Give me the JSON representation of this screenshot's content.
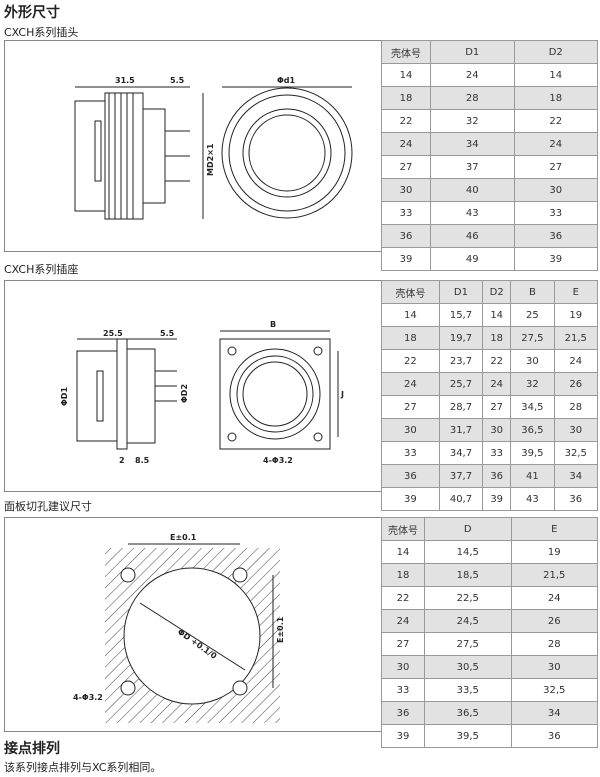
{
  "title": "外形尺寸",
  "sections": [
    {
      "label": "CXCH系列插头",
      "headers": [
        "壳体号",
        "D1",
        "D2"
      ],
      "rows": [
        [
          "14",
          "24",
          "14"
        ],
        [
          "18",
          "28",
          "18"
        ],
        [
          "22",
          "32",
          "22"
        ],
        [
          "24",
          "34",
          "24"
        ],
        [
          "27",
          "37",
          "27"
        ],
        [
          "30",
          "40",
          "30"
        ],
        [
          "33",
          "43",
          "33"
        ],
        [
          "36",
          "46",
          "36"
        ],
        [
          "39",
          "49",
          "39"
        ]
      ],
      "dims": [
        "31.5",
        "5.5",
        "Φd1",
        "MD2×1"
      ]
    },
    {
      "label": "CXCH系列插座",
      "headers": [
        "壳体号",
        "D1",
        "D2",
        "B",
        "E"
      ],
      "rows": [
        [
          "14",
          "15,7",
          "14",
          "25",
          "19"
        ],
        [
          "18",
          "19,7",
          "18",
          "27,5",
          "21,5"
        ],
        [
          "22",
          "23,7",
          "22",
          "30",
          "24"
        ],
        [
          "24",
          "25,7",
          "24",
          "32",
          "26"
        ],
        [
          "27",
          "28,7",
          "27",
          "34,5",
          "28"
        ],
        [
          "30",
          "31,7",
          "30",
          "36,5",
          "30"
        ],
        [
          "33",
          "34,7",
          "33",
          "39,5",
          "32,5"
        ],
        [
          "36",
          "37,7",
          "36",
          "41",
          "34"
        ],
        [
          "39",
          "40,7",
          "39",
          "43",
          "36"
        ]
      ],
      "dims": [
        "25.5",
        "5.5",
        "ΦD1",
        "ΦD2",
        "2",
        "8.5",
        "B",
        "J",
        "4-Φ3.2"
      ]
    },
    {
      "label": "面板切孔建议尺寸",
      "headers": [
        "壳体号",
        "D",
        "E"
      ],
      "rows": [
        [
          "14",
          "14,5",
          "19"
        ],
        [
          "18",
          "18,5",
          "21,5"
        ],
        [
          "22",
          "22,5",
          "24"
        ],
        [
          "24",
          "24,5",
          "26"
        ],
        [
          "27",
          "27,5",
          "28"
        ],
        [
          "30",
          "30,5",
          "30"
        ],
        [
          "33",
          "33,5",
          "32,5"
        ],
        [
          "36",
          "36,5",
          "34"
        ],
        [
          "39",
          "39,5",
          "36"
        ]
      ],
      "dims": [
        "E±0.1",
        "E±0.1",
        "ΦD +0.1/0",
        "4-Φ3.2"
      ]
    }
  ],
  "footer": {
    "heading": "接点排列",
    "text": "该系列接点排列与XC系列相同。"
  }
}
